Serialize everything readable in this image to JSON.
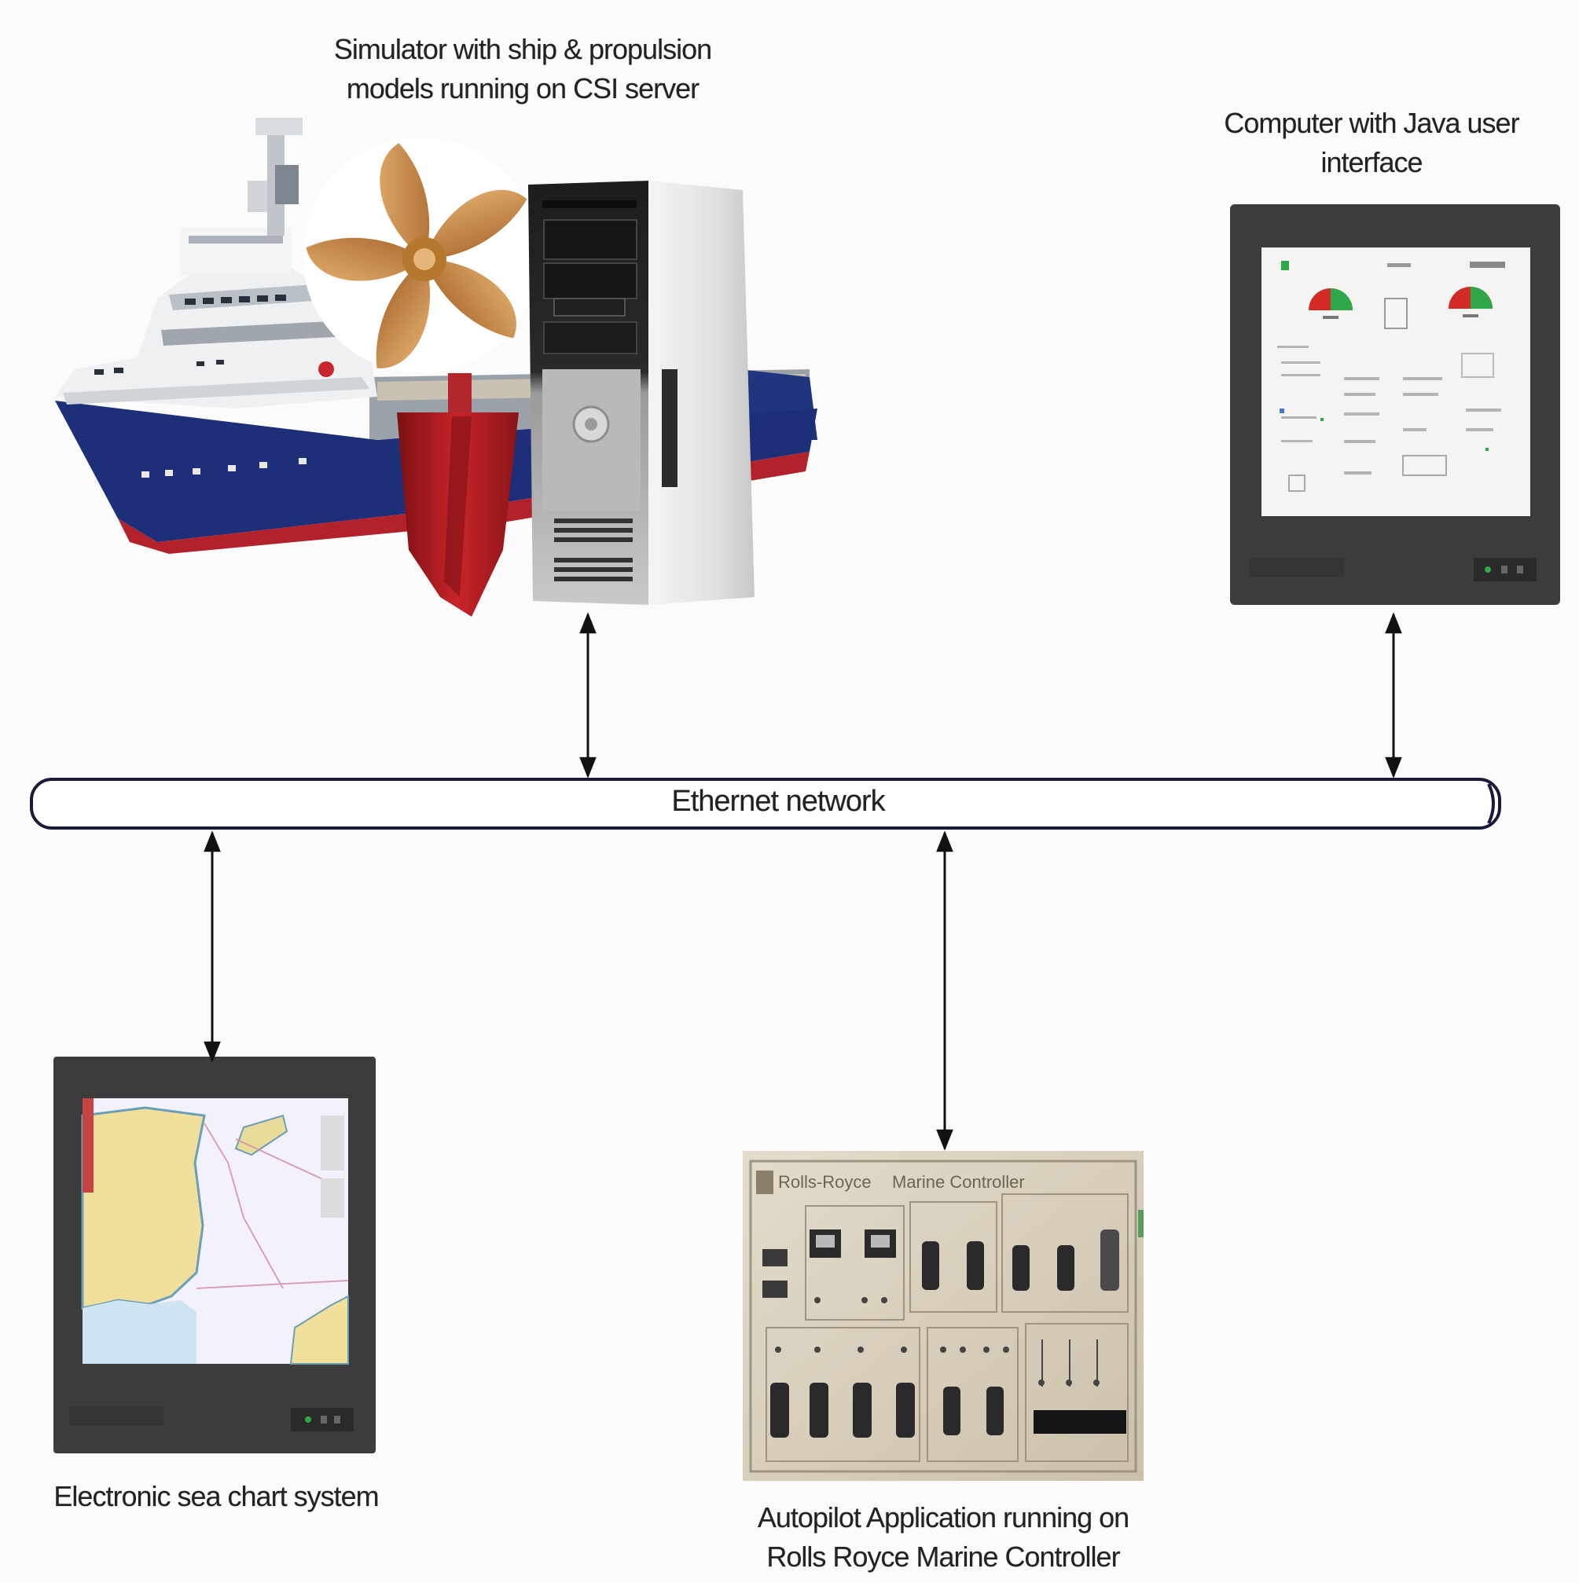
{
  "captions": {
    "simulator": [
      "Simulator with ship & propulsion",
      "models running on CSI server"
    ],
    "java_computer": [
      "Computer with Java user",
      "interface"
    ],
    "network": "Ethernet network",
    "sea_chart": "Electronic sea chart system",
    "autopilot": [
      "Autopilot Application running on",
      "Rolls Royce Marine Controller"
    ]
  },
  "controller_labels": {
    "brand": "Rolls-Royce",
    "title": "Marine Controller"
  },
  "icons": {
    "ship": "ship-image",
    "propeller": "propeller-image",
    "rudder": "rudder-image",
    "server": "tower-server-icon",
    "monitor_ui": "monitor-java-ui-icon",
    "monitor_chart": "monitor-sea-chart-icon",
    "controller": "marine-controller-panel-icon"
  },
  "colors": {
    "hull_blue": "#1c2f78",
    "hull_red": "#b3222a",
    "propeller_bronze": "#c98a3c",
    "rudder_red": "#b71d22",
    "monitor_frame": "#3c3c3c",
    "gauge_green": "#2fa84a",
    "gauge_red": "#d22a25",
    "panel_beige": "#d8cfbd"
  }
}
